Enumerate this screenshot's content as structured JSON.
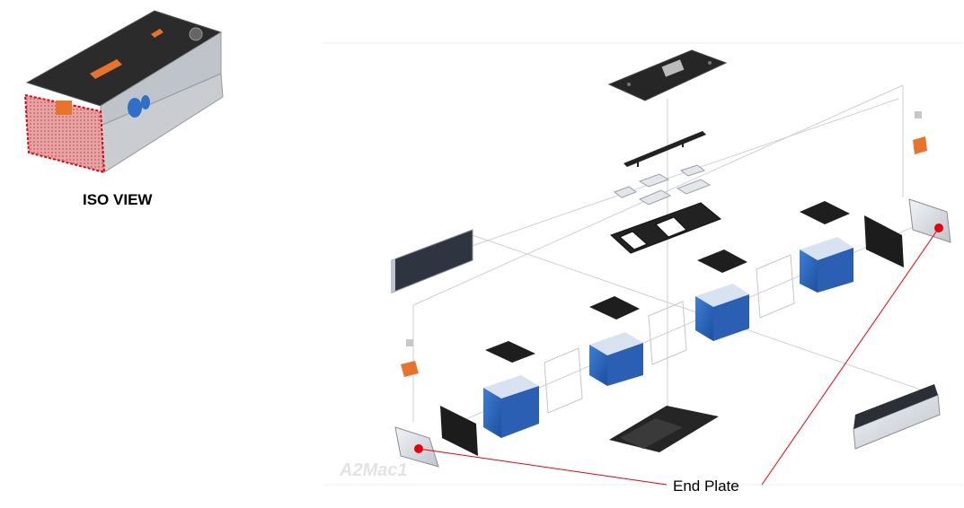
{
  "iso_view": {
    "label": "ISO VIEW"
  },
  "callout": {
    "label": "End Plate",
    "marker_color": "#e8000d"
  },
  "watermark": {
    "text": "A2Mac1"
  },
  "colors": {
    "cell_blue": "#2f6fc8",
    "bracket_orange": "#e8732a",
    "pad_black": "#1c1c1c",
    "highlight_red": "#e8000d"
  }
}
